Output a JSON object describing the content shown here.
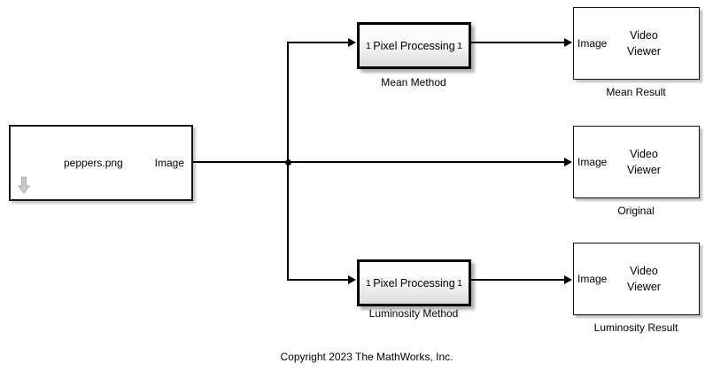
{
  "model": {
    "background_color": "#ffffff",
    "line_color": "#000000"
  },
  "source_block": {
    "name": "peppers.png",
    "output_port_label": "Image",
    "icon": "import-arrow-icon"
  },
  "processing_blocks": [
    {
      "title": "Pixel Processing",
      "in_port": "1",
      "out_port": "1",
      "caption": "Mean Method"
    },
    {
      "title": "Pixel Processing",
      "in_port": "1",
      "out_port": "1",
      "caption": "Luminosity Method"
    }
  ],
  "viewer_blocks": [
    {
      "in_port_label": "Image",
      "title_line1": "Video",
      "title_line2": "Viewer",
      "caption": "Mean Result"
    },
    {
      "in_port_label": "Image",
      "title_line1": "Video",
      "title_line2": "Viewer",
      "caption": "Original"
    },
    {
      "in_port_label": "Image",
      "title_line1": "Video",
      "title_line2": "Viewer",
      "caption": "Luminosity Result"
    }
  ],
  "footer": {
    "copyright": "Copyright 2023 The MathWorks, Inc."
  }
}
